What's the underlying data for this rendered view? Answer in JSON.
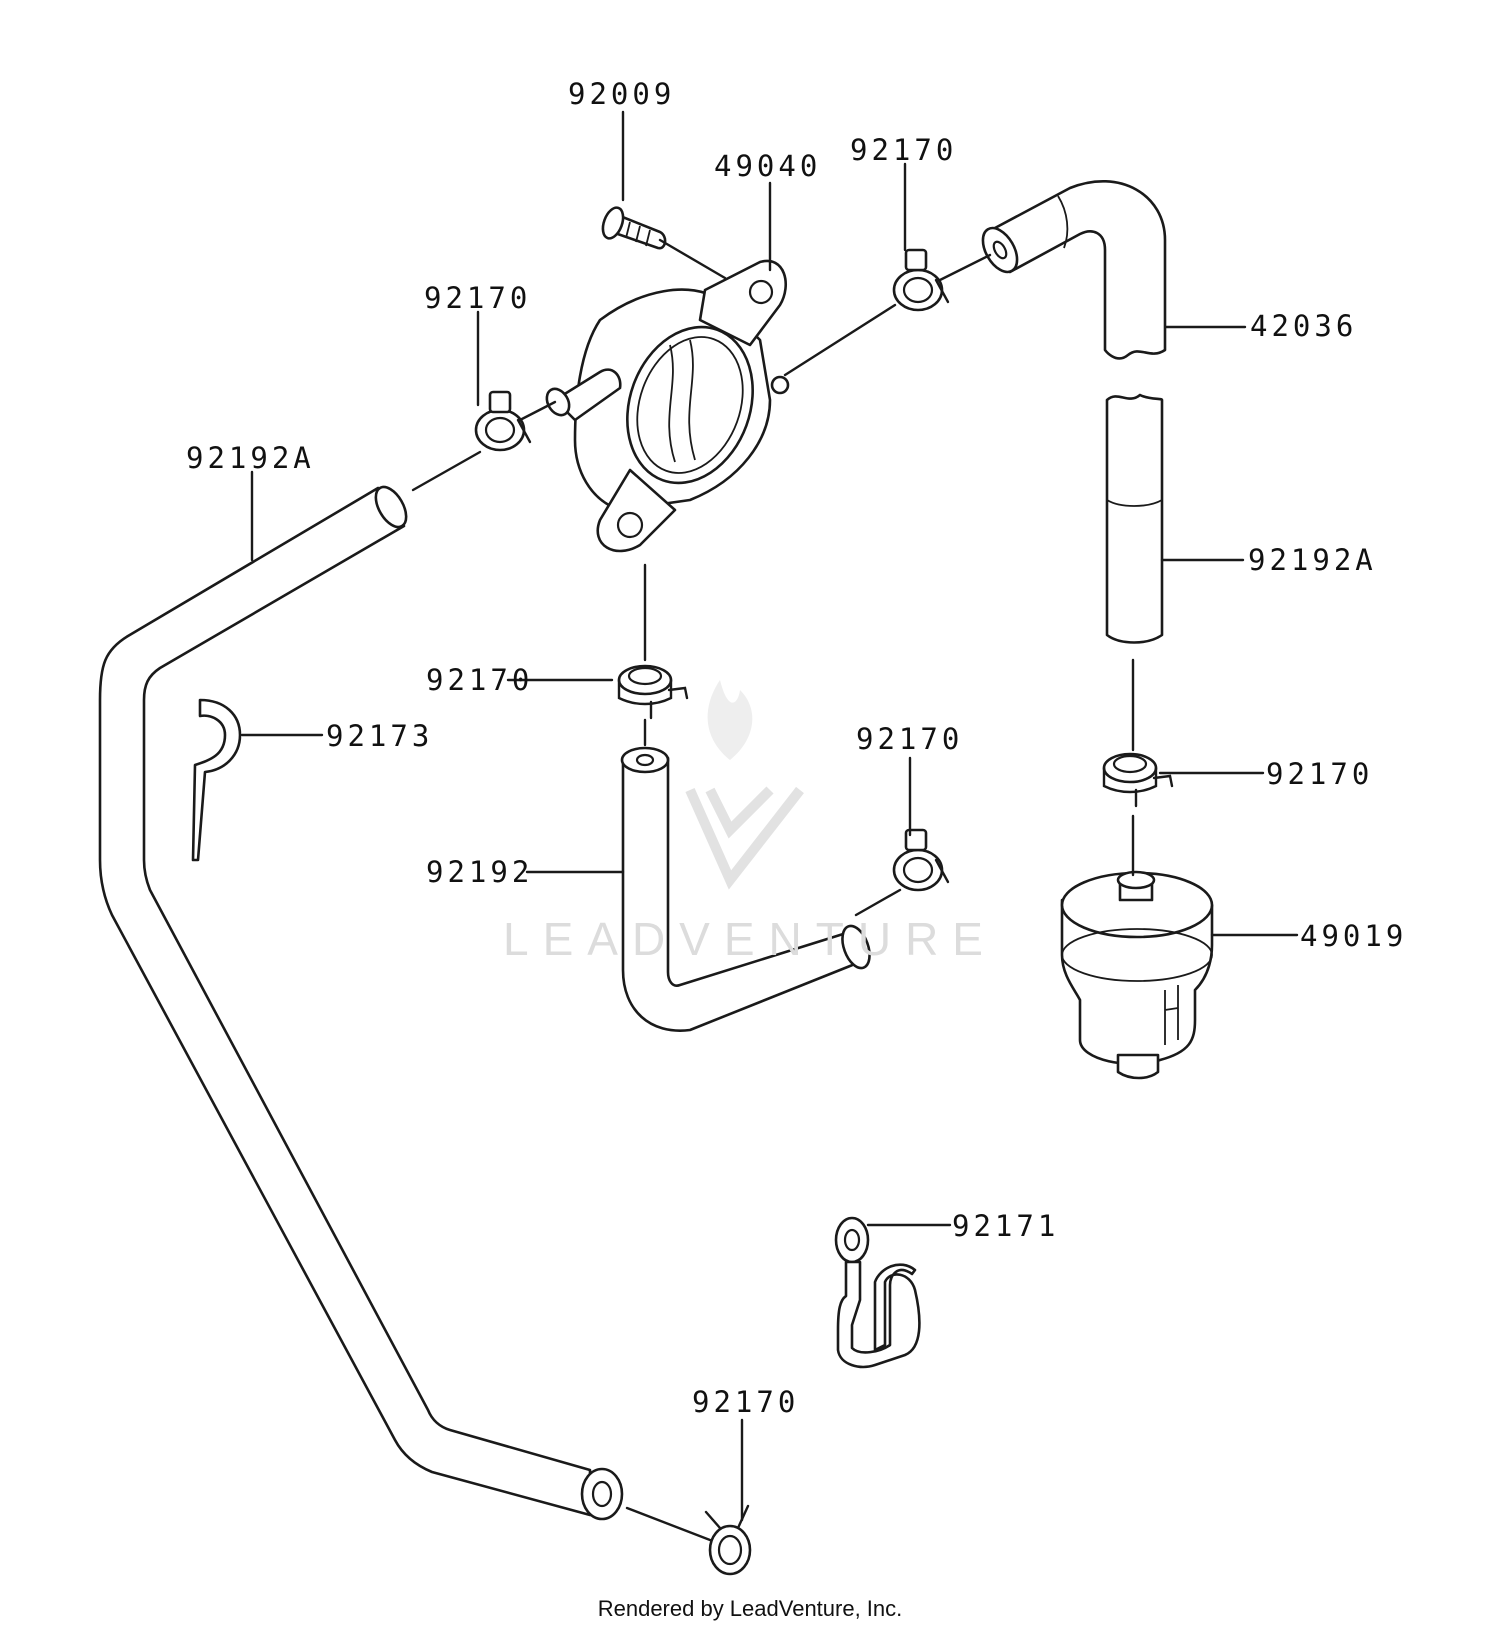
{
  "diagram": {
    "part_labels": {
      "p92009": "92009",
      "p49040": "49040",
      "p92170_top": "92170",
      "p42036": "42036",
      "p92170_left": "92170",
      "p92192A_left": "92192A",
      "p92192A_right": "92192A",
      "p92170_center": "92170",
      "p92173": "92173",
      "p92170_mid": "92170",
      "p92170_right": "92170",
      "p92192": "92192",
      "p49019": "49019",
      "p92171": "92171",
      "p92170_bottom": "92170"
    },
    "watermark": "LEADVENTURE",
    "footer": "Rendered by LeadVenture, Inc."
  }
}
